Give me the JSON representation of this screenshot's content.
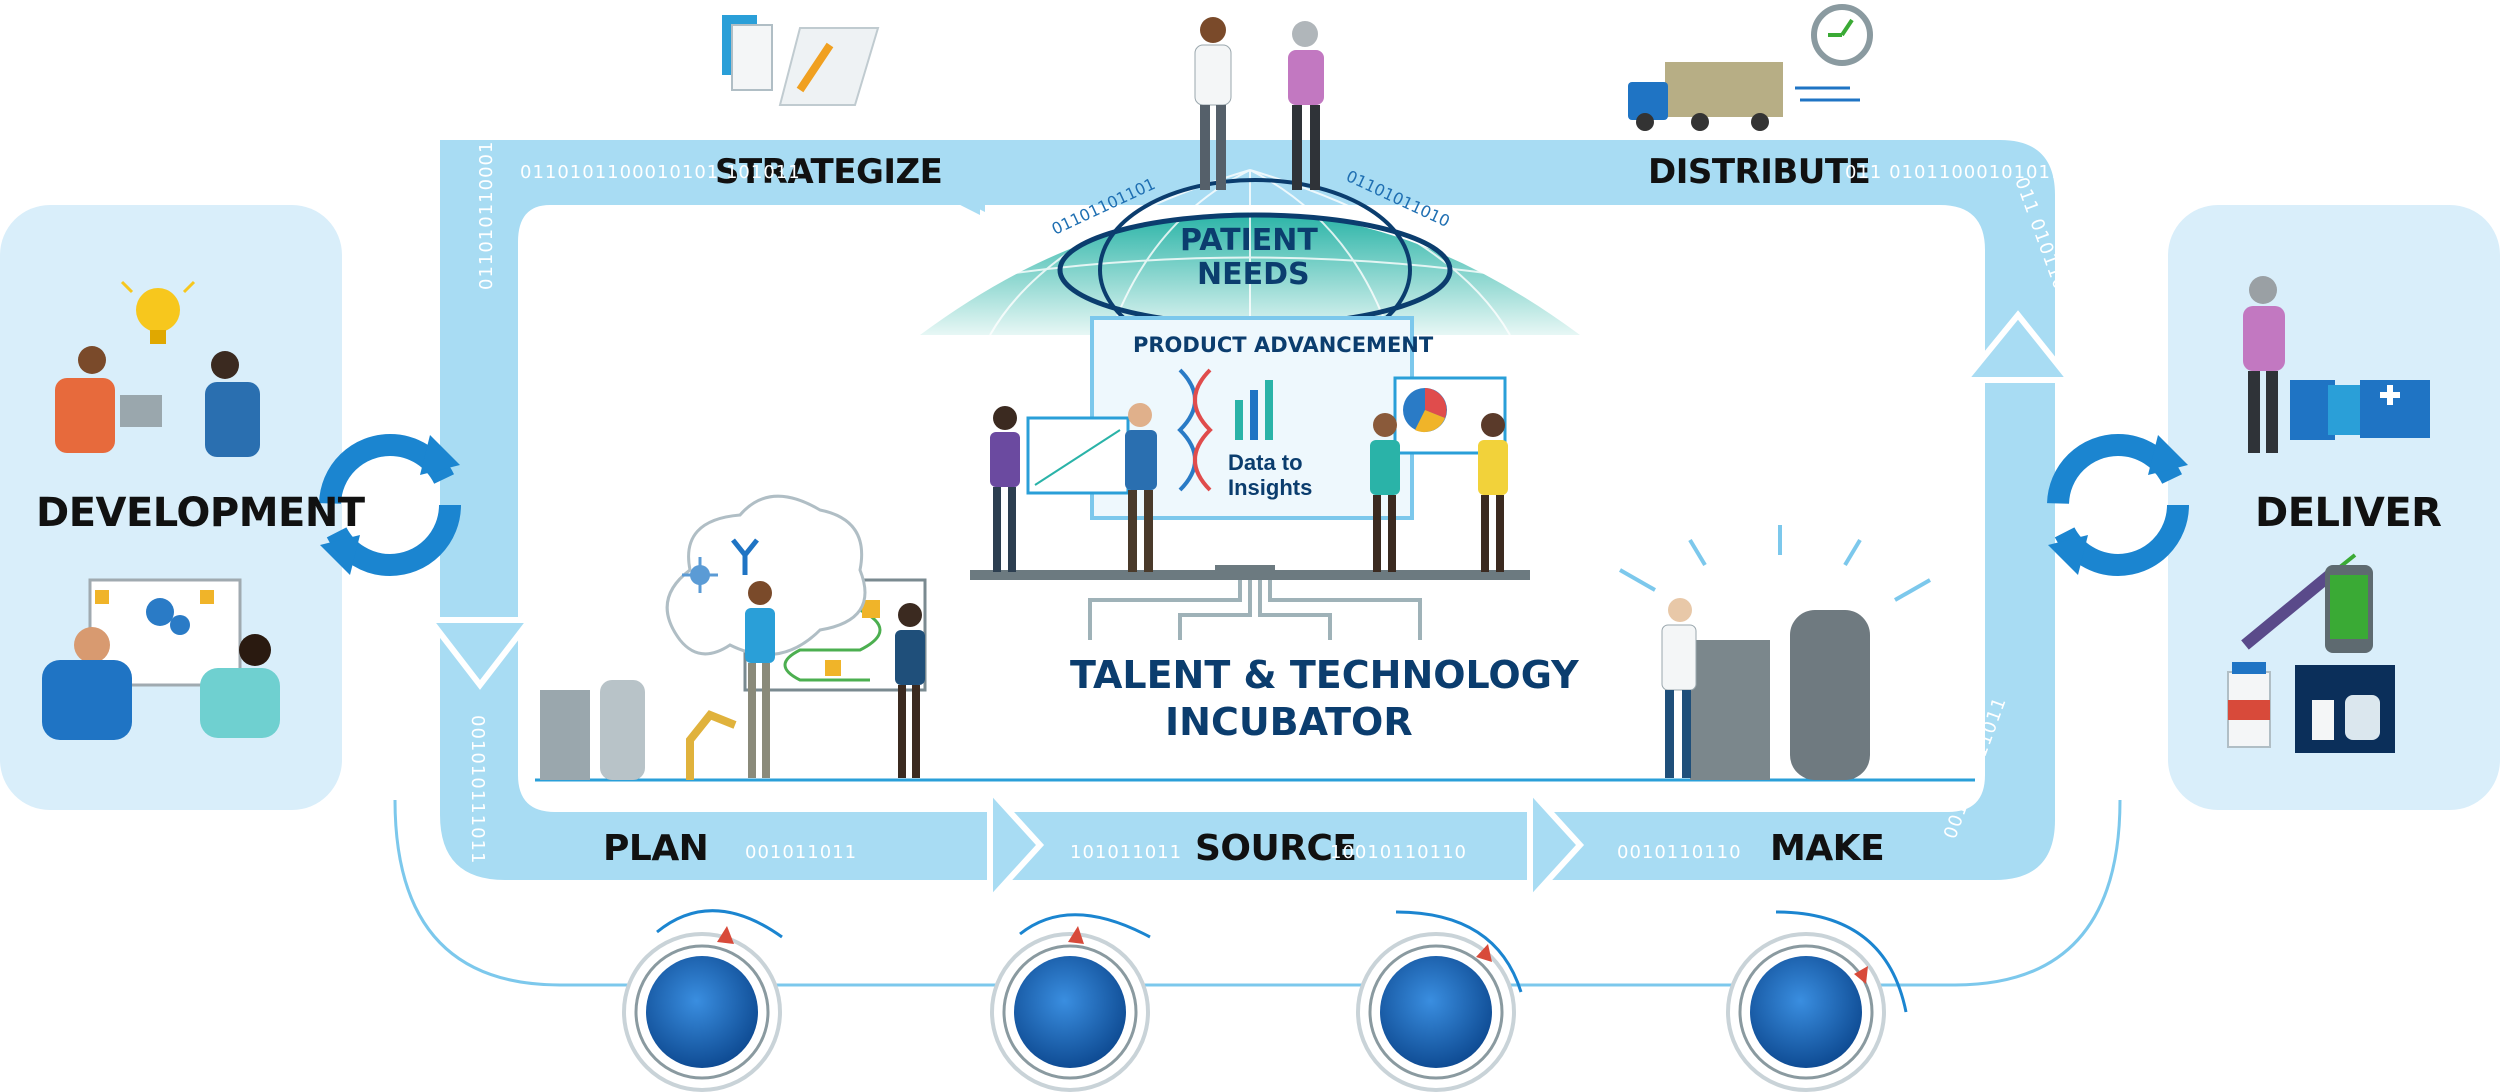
{
  "stages": {
    "strategize": "STRATEGIZE",
    "distribute": "DISTRIBUTE",
    "plan": "PLAN",
    "source": "SOURCE",
    "make": "MAKE"
  },
  "sides": {
    "development": "DEVELOPMENT",
    "deliver": "DELIVER"
  },
  "center": {
    "patient_needs_line1": "PATIENT",
    "patient_needs_line2": "NEEDS",
    "product_advancement": "PRODUCT ADVANCEMENT",
    "data_line1": "Data to",
    "data_line2": "Insights",
    "incubator_line1": "TALENT & TECHNOLOGY",
    "incubator_line2": "INCUBATOR"
  },
  "binary": {
    "top_left": "0110101100010101 101011",
    "top_right": "011 010110001010110",
    "left_vertical": "0110101100010101",
    "right_vertical": "011 0101100010101110",
    "lower_left_vertical": "001010111011",
    "plan_after": "001011011",
    "source_before": "101011011",
    "source_after": "10010110110",
    "make_before": "0010110110",
    "make_right_vertical": "001101011011",
    "globe_left": "01101101101",
    "globe_right": "01101011010"
  },
  "colors": {
    "loop_light": "#a8dcf3",
    "loop_mid": "#7cc8ec",
    "side_panel": "#d9eefa",
    "accent_blue": "#1f74c4",
    "teal": "#2ab3a8",
    "dark_navy": "#0b3d6e"
  },
  "icons": [
    "clipboard-icon",
    "pen-icon",
    "truck-icon",
    "stopwatch-icon",
    "lightbulb-icon",
    "cycle-arrows-icon",
    "globe-icon",
    "syringe-icon",
    "phone-icon",
    "vial-icon",
    "building-icon",
    "robot-arm-icon",
    "reactor-icon",
    "dna-icon",
    "pie-chart-icon"
  ]
}
